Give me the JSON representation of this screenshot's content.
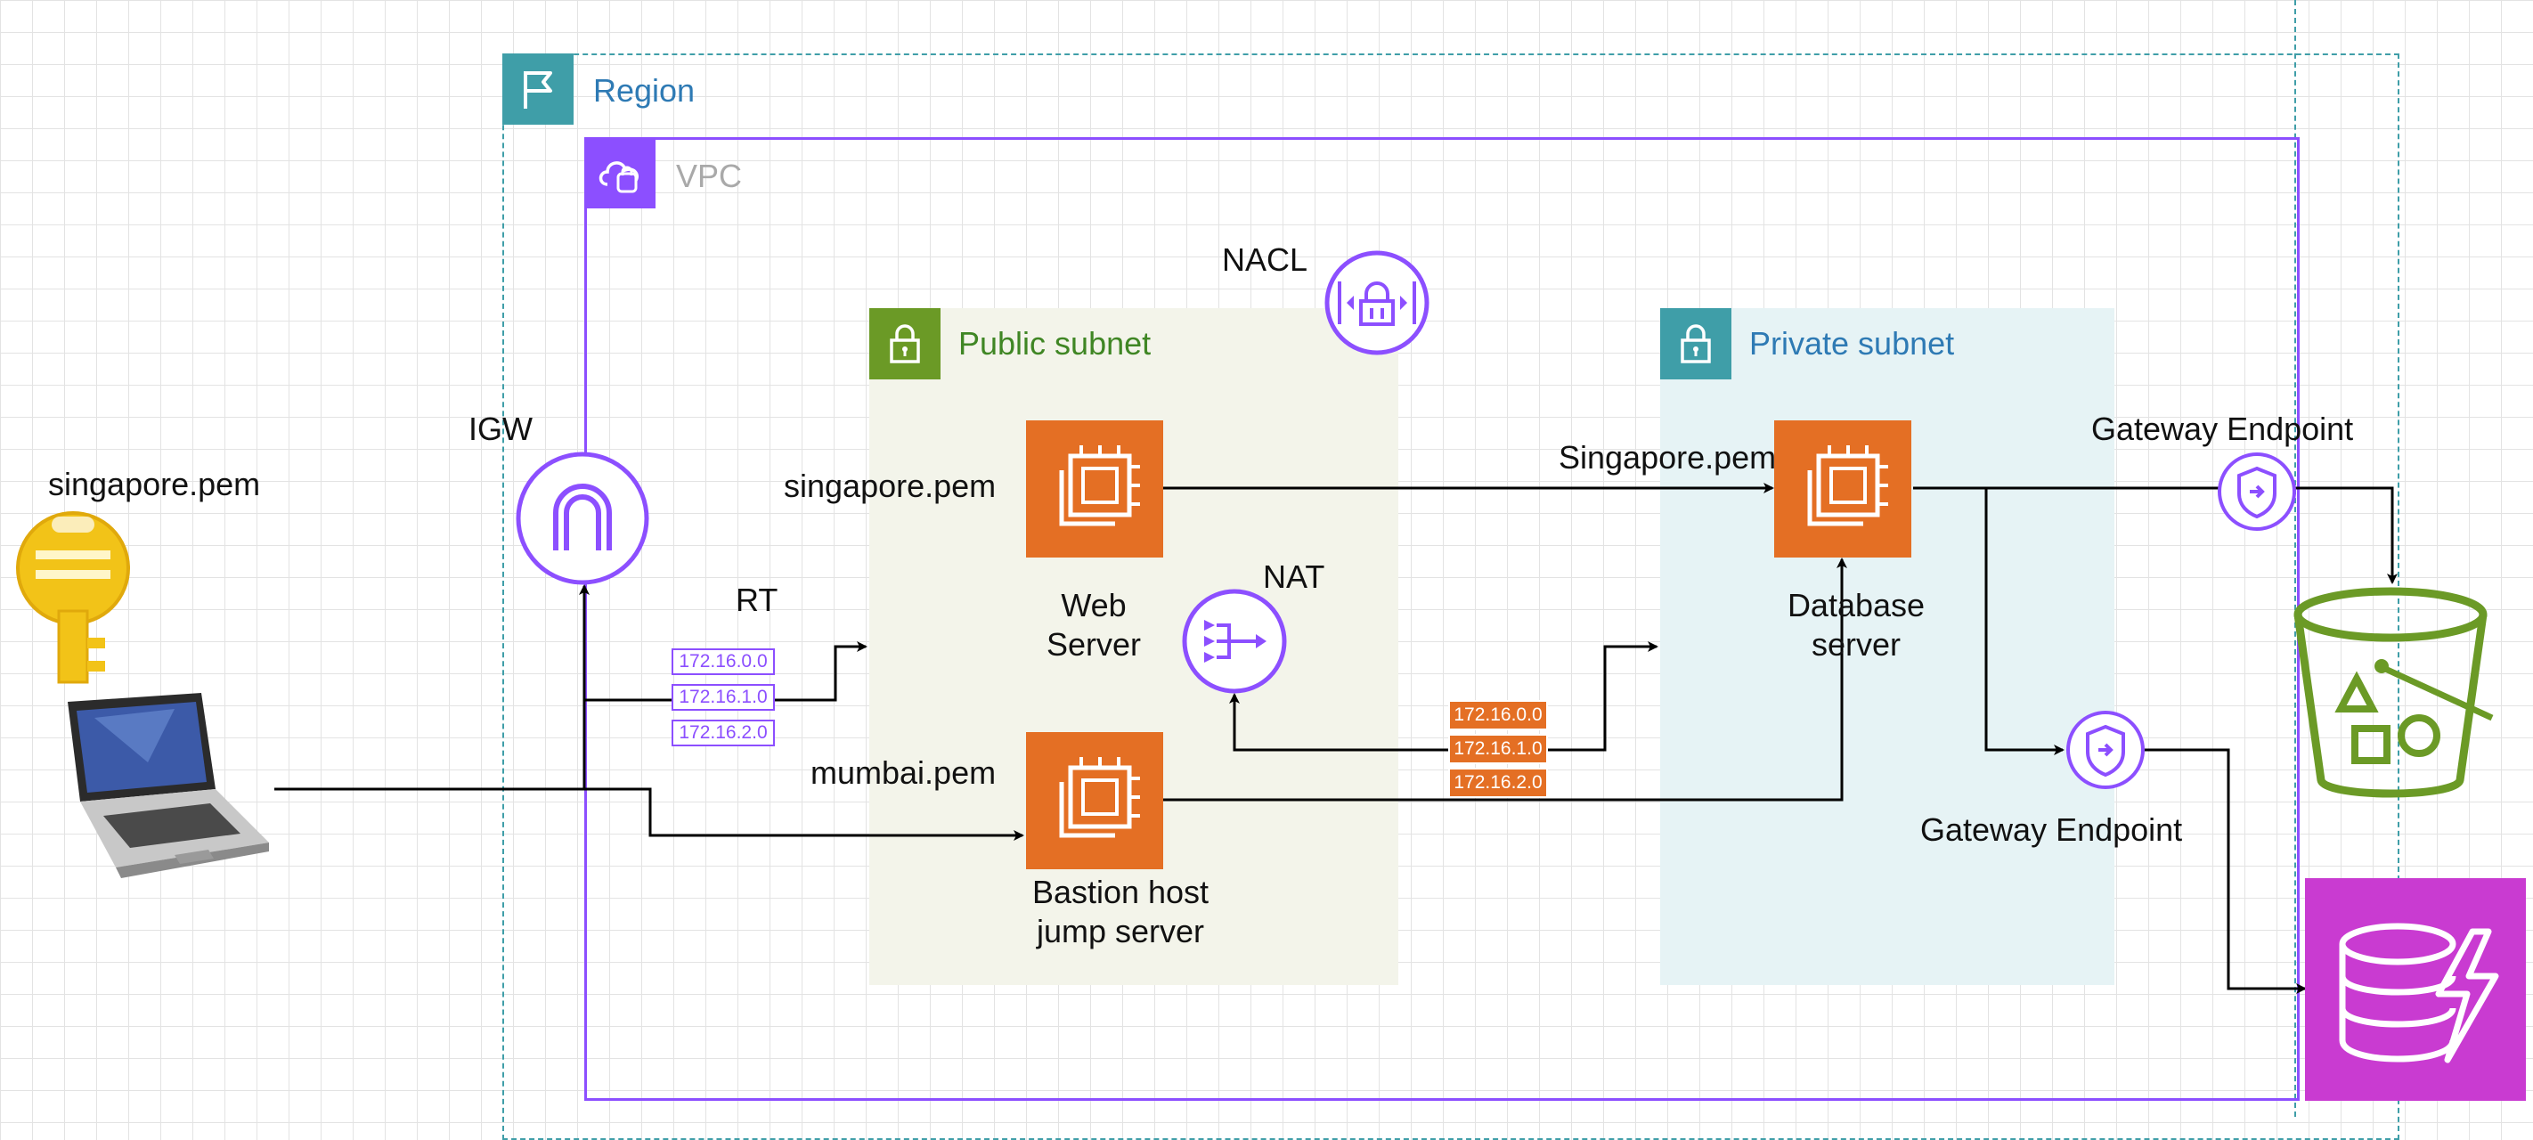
{
  "region": {
    "label": "Region",
    "color": "#3f9ea8"
  },
  "vpc": {
    "label": "VPC",
    "color": "#8c4fff"
  },
  "public_subnet": {
    "label": "Public subnet",
    "color": "#3f8624",
    "bg": "#f3f4ea"
  },
  "private_subnet": {
    "label": "Private subnet",
    "color": "#2e7ab4",
    "bg": "#e6f3f5"
  },
  "labels": {
    "key_pem": "singapore.pem",
    "igw": "IGW",
    "rt": "RT",
    "nacl": "NACL",
    "nat": "NAT",
    "web_pem": "singapore.pem",
    "web_server": "Web\nServer",
    "bastion_pem": "mumbai.pem",
    "bastion": "Bastion host\njump server",
    "db_pem": "Singapore.pem",
    "db_server": "Database\nserver",
    "gateway_endpoint_top": "Gateway Endpoint",
    "gateway_endpoint_bottom": "Gateway Endpoint"
  },
  "route_table_purple": [
    "172.16.0.0",
    "172.16.1.0",
    "172.16.2.0"
  ],
  "route_table_orange": [
    "172.16.0.0",
    "172.16.1.0",
    "172.16.2.0"
  ],
  "icons": {
    "key": "key-icon",
    "laptop": "laptop-icon",
    "igw": "internet-gateway-icon",
    "nacl": "network-acl-icon",
    "nat": "nat-gateway-icon",
    "ec2": "ec2-instance-icon",
    "endpoint": "gateway-endpoint-icon",
    "s3": "s3-bucket-icon",
    "dynamodb": "dynamodb-icon"
  },
  "colors": {
    "ec2": "#e46f24",
    "purple": "#8c4fff",
    "s3": "#6b9a26",
    "dynamodb": "#c93bd1",
    "key": "#f2c318"
  }
}
